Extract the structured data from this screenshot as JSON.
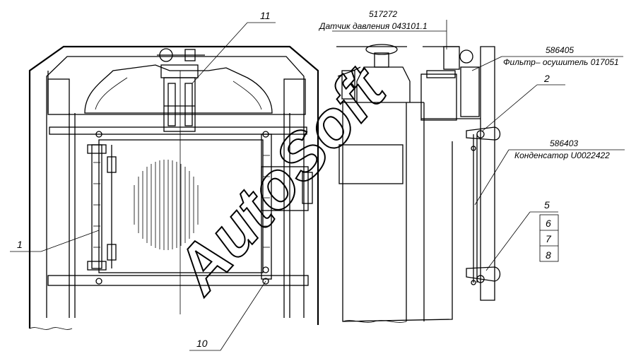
{
  "watermark": "AutoSoft",
  "callouts": {
    "c1": "1",
    "c2": "2",
    "c5": "5",
    "c6": "6",
    "c7": "7",
    "c8": "8",
    "c10": "10",
    "c11": "11"
  },
  "parts": {
    "sensor_code": "517272",
    "sensor_name": "Датчик давления 043101.1",
    "filter_code": "586405",
    "filter_name": "Фильтр– осушитель 017051",
    "condenser_code": "586403",
    "condenser_name": "Конденсатор U0022422"
  }
}
